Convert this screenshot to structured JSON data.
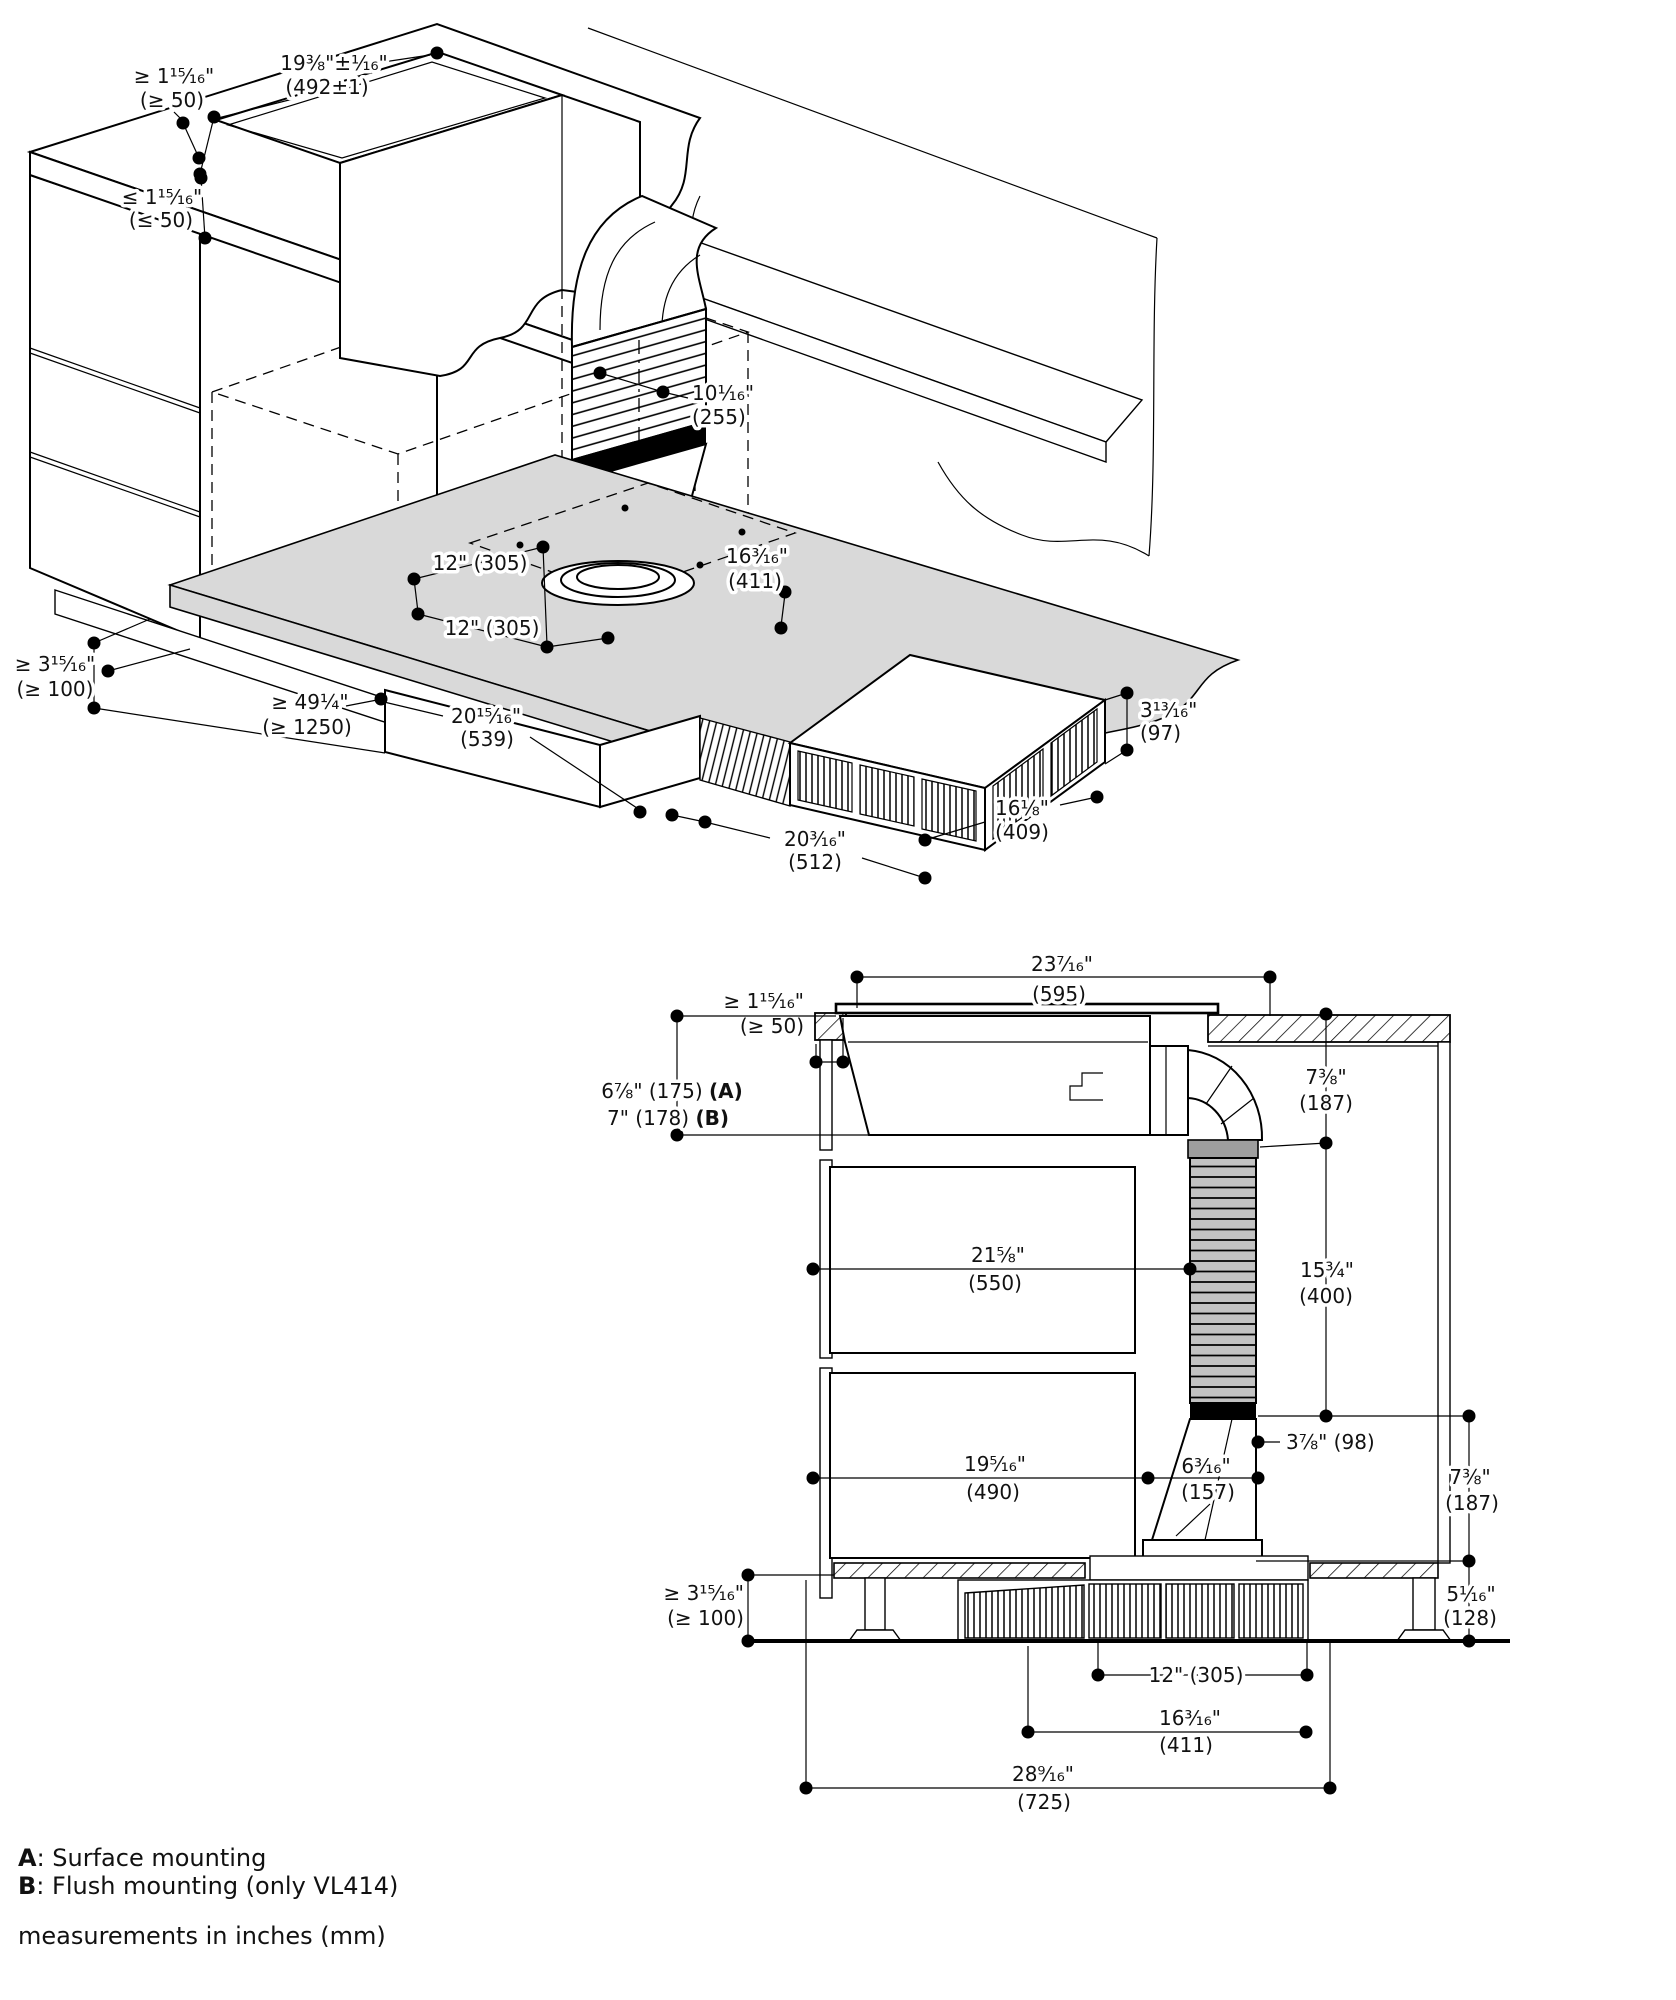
{
  "colors": {
    "plate_gray": "#d9d9d9",
    "duct_gray": "#c2c2c2",
    "collar_gray": "#9e9e9e",
    "band_black": "#000000"
  },
  "d1": {
    "clearance_top_l1": "≥ 1¹⁵⁄₁₆\"",
    "clearance_top_l2": "(≥ 50)",
    "cutout_l1": "19⅜\"±¹⁄₁₆\"",
    "cutout_l2": "(492±1)",
    "clearance_front_l1": "≤ 1¹⁵⁄₁₆\"",
    "clearance_front_l2": "(≤ 50)",
    "duct_l1": "10¹⁄₁₆\"",
    "duct_l2": "(255)",
    "offset_a": "12\" (305)",
    "offset_b": "12\" (305)",
    "plate_l1": "16³⁄₁₆\"",
    "plate_l2": "(411)",
    "plinth_l1": "≥ 3¹⁵⁄₁₆\"",
    "plinth_l2": "(≥ 100)",
    "width_l1": "≥ 49¼\"",
    "width_l2": "(≥ 1250)",
    "plenum_l1": "20¹⁵⁄₁₆\"",
    "plenum_l2": "(539)",
    "blower_h_l1": "3¹³⁄₁₆\"",
    "blower_h_l2": "(97)",
    "blower_d_l1": "16⅛\"",
    "blower_d_l2": "(409)",
    "blower_w_l1": "20³⁄₁₆\"",
    "blower_w_l2": "(512)"
  },
  "d2": {
    "width_l1": "23⁷⁄₁₆\"",
    "width_l2": "(595)",
    "rear_l1": "≥ 1¹⁵⁄₁₆\"",
    "rear_l2": "(≥ 50)",
    "depth_a": "6⅞\" (175) ",
    "depth_a_key": "(A)",
    "depth_b": "7\" (178) ",
    "depth_b_key": "(B)",
    "top_l1": "7⅜\"",
    "top_l2": "(187)",
    "drawer1_l1": "21⅝\"",
    "drawer1_l2": "(550)",
    "duct_l1": "15¾\"",
    "duct_l2": "(400)",
    "offset": "3⅞\" (98)",
    "drawer2_l1": "19⁵⁄₁₆\"",
    "drawer2_l2": "(490)",
    "outlet_l1": "6³⁄₁₆\"",
    "outlet_l2": "(157)",
    "right_l1": "7⅜\"",
    "right_l2": "(187)",
    "plinth_l1": "≥ 3¹⁵⁄₁₆\"",
    "plinth_l2": "(≥ 100)",
    "plinth_h_l1": "5¹⁄₁₆\"",
    "plinth_h_l2": "(128)",
    "grille": "12\" (305)",
    "vent_l1": "16³⁄₁₆\"",
    "vent_l2": "(411)",
    "total_l1": "28⁹⁄₁₆\"",
    "total_l2": "(725)"
  },
  "legend": {
    "a_key": "A",
    "a_text": ":  Surface mounting",
    "b_key": "B",
    "b_text": ":  Flush mounting (only VL414)",
    "note": "measurements in inches (mm)"
  }
}
